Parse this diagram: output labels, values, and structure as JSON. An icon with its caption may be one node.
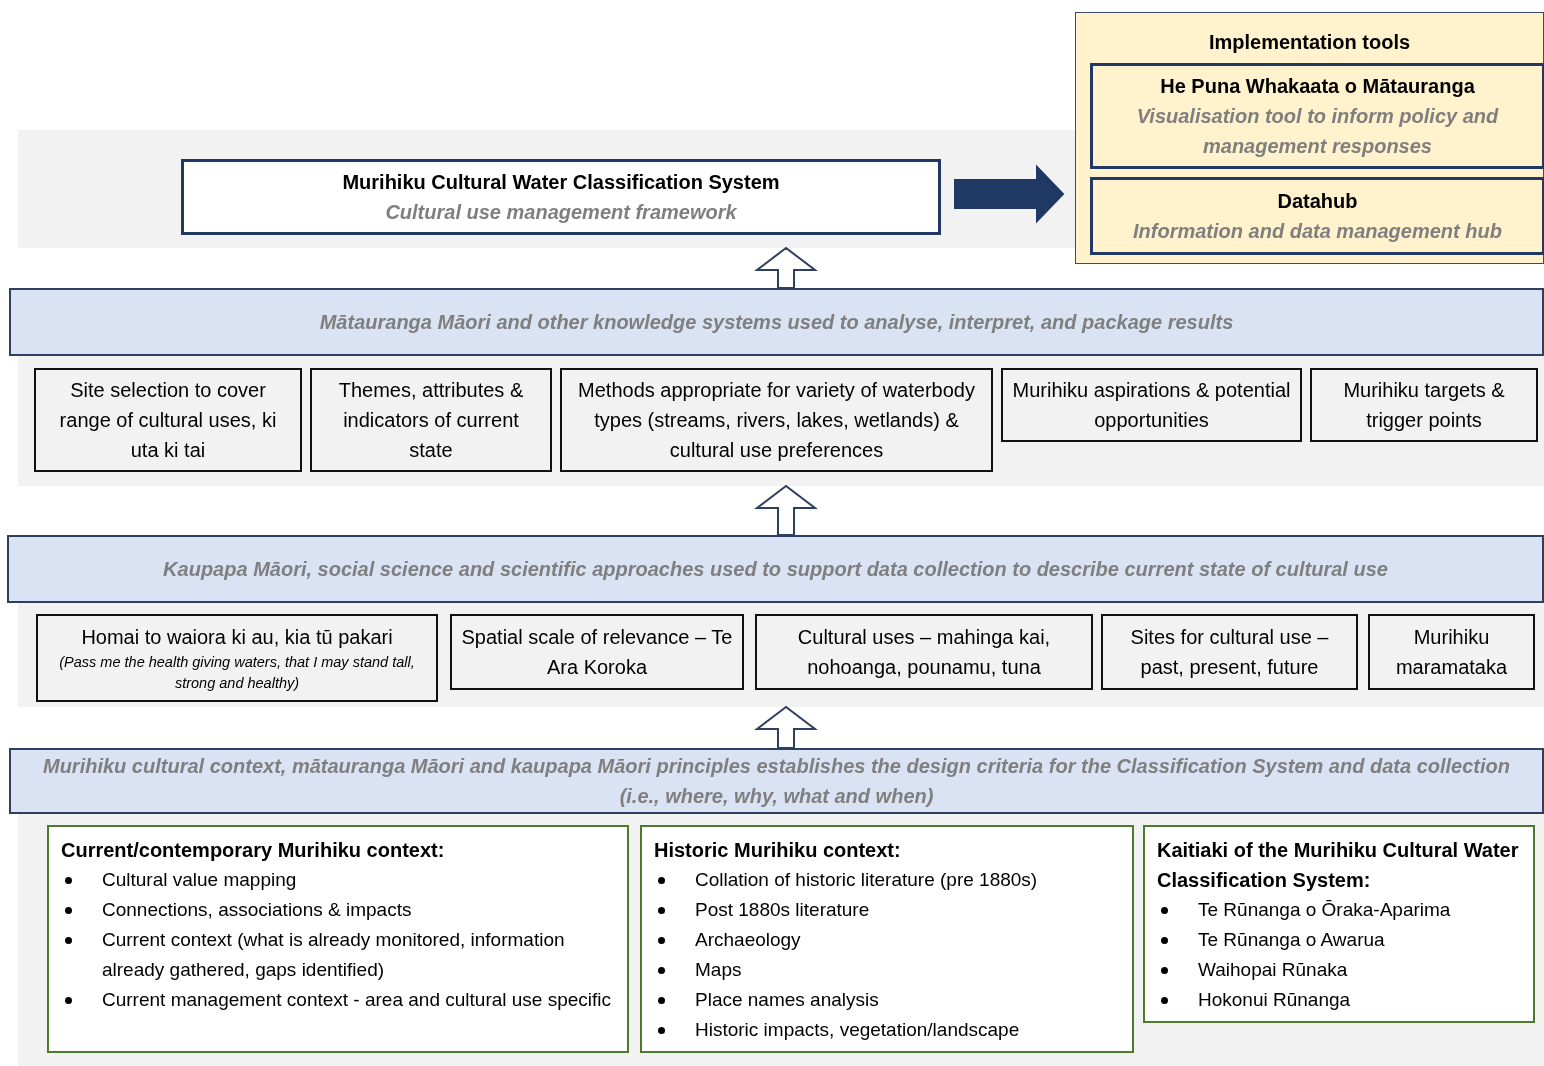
{
  "diagram": {
    "nodes": [
      {
        "text": [
          "Implementation tools"
        ]
      },
      {
        "text": [
          "He Puna Whakaata o Mātauranga",
          "Visualisation tool to inform policy and management responses"
        ],
        "in": 0
      },
      {
        "text": [
          "Datahub",
          "Information and data management hub"
        ],
        "in": 0
      },
      {
        "text": [],
        "shape": "box"
      },
      {
        "text": [
          "Murihiku Cultural Water Classification System",
          "Cultural use management framework"
        ],
        "in": 3
      },
      {
        "text": [
          "Mātauranga Māori and other knowledge systems used to analyse, interpret, and package results"
        ]
      },
      {
        "text": [],
        "shape": "box"
      },
      {
        "text": [
          "Site selection to cover range of cultural uses, ki uta ki tai"
        ],
        "in": 6
      },
      {
        "text": [
          "Themes, attributes & indicators of current state"
        ],
        "in": 6
      },
      {
        "text": [
          "Methods appropriate for variety of waterbody types (streams, rivers, lakes, wetlands) & cultural use preferences"
        ],
        "in": 6
      },
      {
        "text": [
          "Murihiku aspirations & potential opportunities"
        ],
        "in": 6
      },
      {
        "text": [
          "Murihiku targets & trigger points"
        ],
        "in": 6
      },
      {
        "text": [
          "Kaupapa Māori, social science and scientific approaches used to support data collection to describe current state of cultural use"
        ]
      },
      {
        "text": [],
        "shape": "box"
      },
      {
        "text": [
          "Homai to waiora ki au, kia tū pakari",
          "(Pass me the health giving waters, that I may stand tall, strong and healthy)"
        ],
        "in": 13
      },
      {
        "text": [
          "Spatial scale of relevance – Te Ara Koroka"
        ],
        "in": 13
      },
      {
        "text": [
          "Cultural uses – mahinga kai, nohoanga, pounamu, tuna"
        ],
        "in": 13
      },
      {
        "text": [
          "Sites for cultural use – past, present, future"
        ],
        "in": 13
      },
      {
        "text": [
          "Murihiku maramataka"
        ],
        "in": 13
      },
      {
        "text": [
          "Murihiku cultural context, mātauranga Māori and kaupapa Māori principles establishes the design criteria for the Classification System and data collection (i.e., where, why, what and when)"
        ]
      },
      {
        "text": [],
        "shape": "box"
      },
      {
        "text": [
          "Current/contemporary Murihiku context:",
          "Cultural value mapping",
          "Connections, associations & impacts",
          "Current context (what is already monitored, information already gathered, gaps identified)",
          "Current management context - area and cultural use specific"
        ],
        "in": 20
      },
      {
        "text": [
          "Historic Murihiku context:",
          "Collation of historic literature (pre 1880s)",
          "Post 1880s literature",
          "Archaeology",
          "Maps",
          "Place names analysis",
          "Historic impacts, vegetation/landscape"
        ],
        "in": 20
      },
      {
        "text": [
          "Kaitiaki of the Murihiku Cultural Water Classification System:",
          "Te Rūnanga o Ōraka-Aparima",
          "Te Rūnanga o Awarua",
          "Waihopai Rūnaka",
          "Hokonui Rūnanga"
        ],
        "in": 20
      }
    ],
    "edges": [
      {
        "from": 4,
        "to": 0,
        "arrow": "to",
        "style": "thick",
        "color": "#203864"
      },
      {
        "from": 5,
        "to": 3,
        "arrow": "to",
        "style": "thick"
      },
      {
        "from": 12,
        "to": 6,
        "arrow": "to",
        "style": "thick"
      },
      {
        "from": 19,
        "to": 13,
        "arrow": "to",
        "style": "thick"
      }
    ]
  }
}
